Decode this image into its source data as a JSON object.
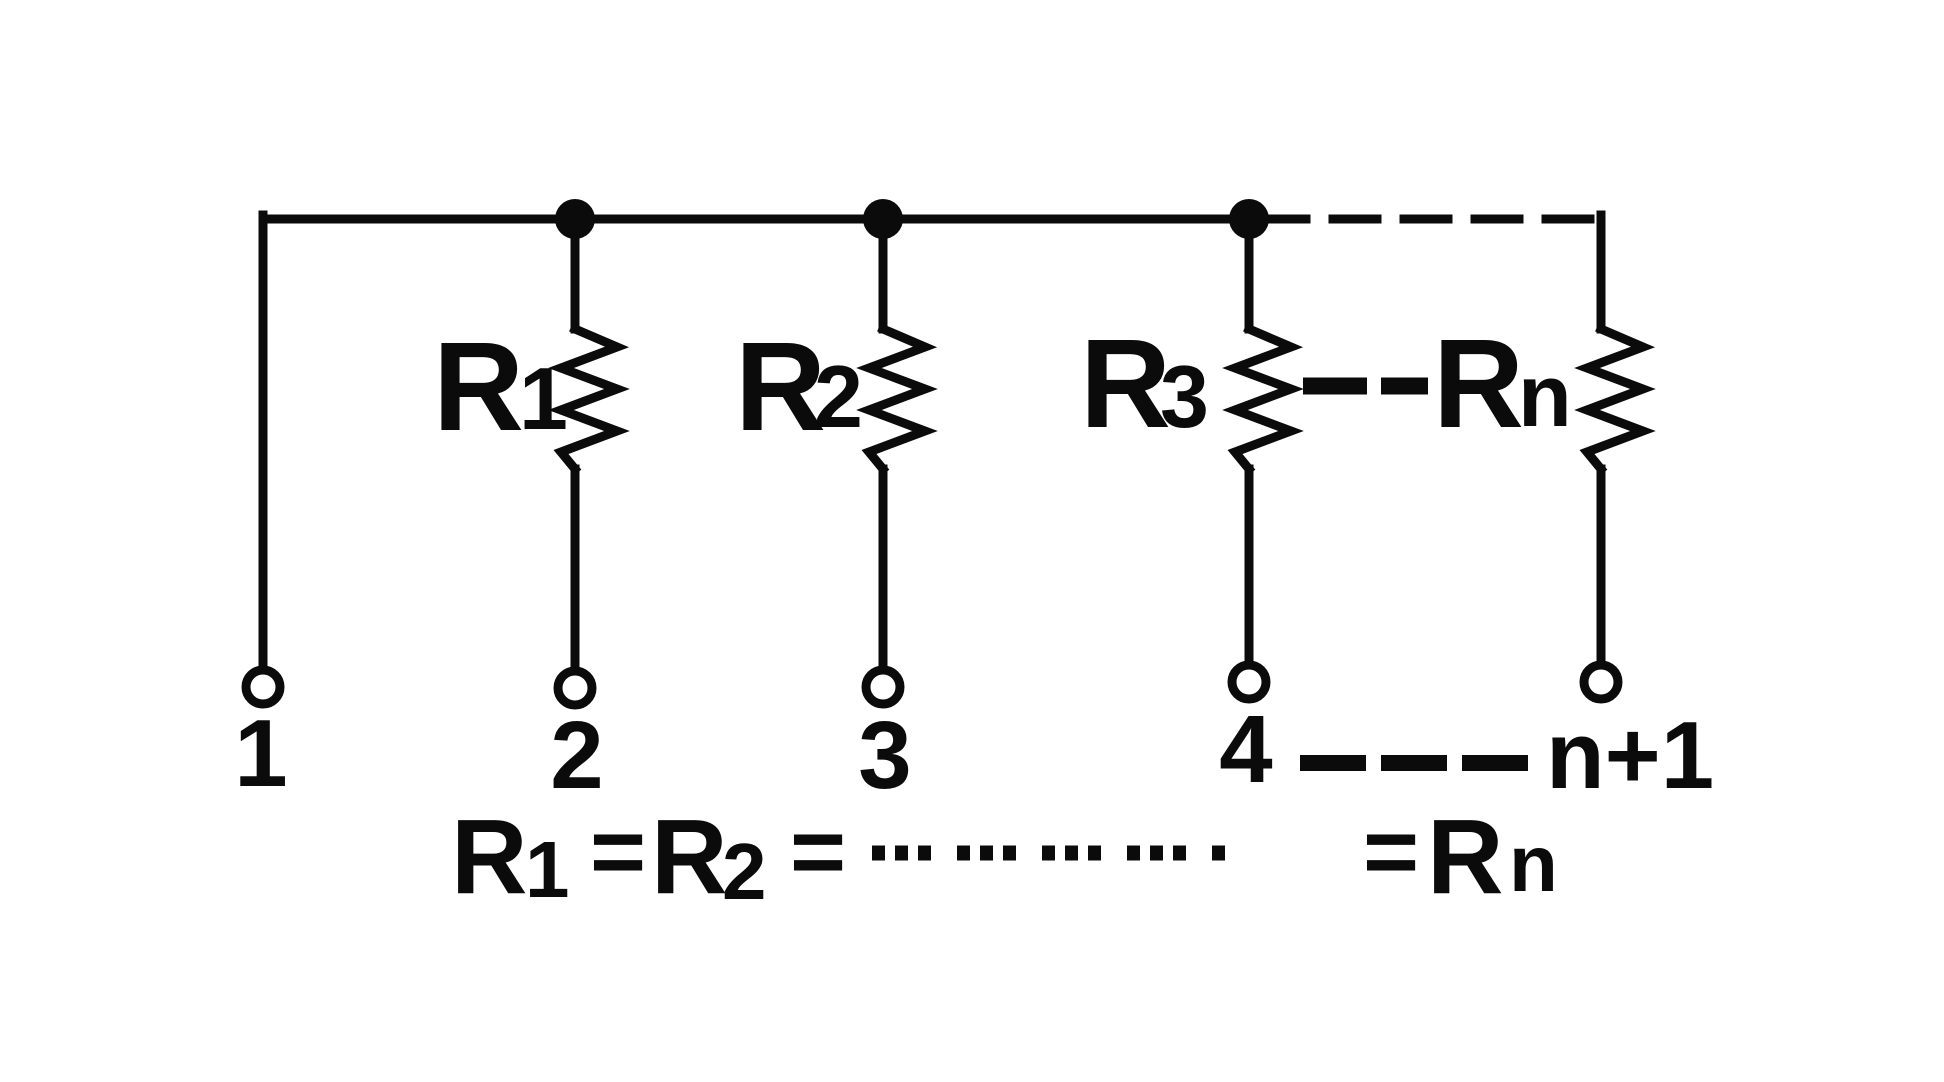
{
  "figure": {
    "kind": "resistor-ladder-schematic",
    "ink_color": "#0b0b0b",
    "background_color": "#ffffff",
    "resistors": [
      {
        "base": "R",
        "sub": "1"
      },
      {
        "base": "R",
        "sub": "2"
      },
      {
        "base": "R",
        "sub": "3"
      },
      {
        "base": "R",
        "sub": "n"
      }
    ],
    "terminals": [
      "1",
      "2",
      "3",
      "4",
      "n+1"
    ],
    "equation": {
      "term1_base": "R",
      "term1_sub": "1",
      "eq1": "=",
      "term2_base": "R",
      "term2_sub": "2",
      "eq2": "=",
      "eq3": "=",
      "termn_base": "R",
      "termn_sub": "n"
    }
  }
}
